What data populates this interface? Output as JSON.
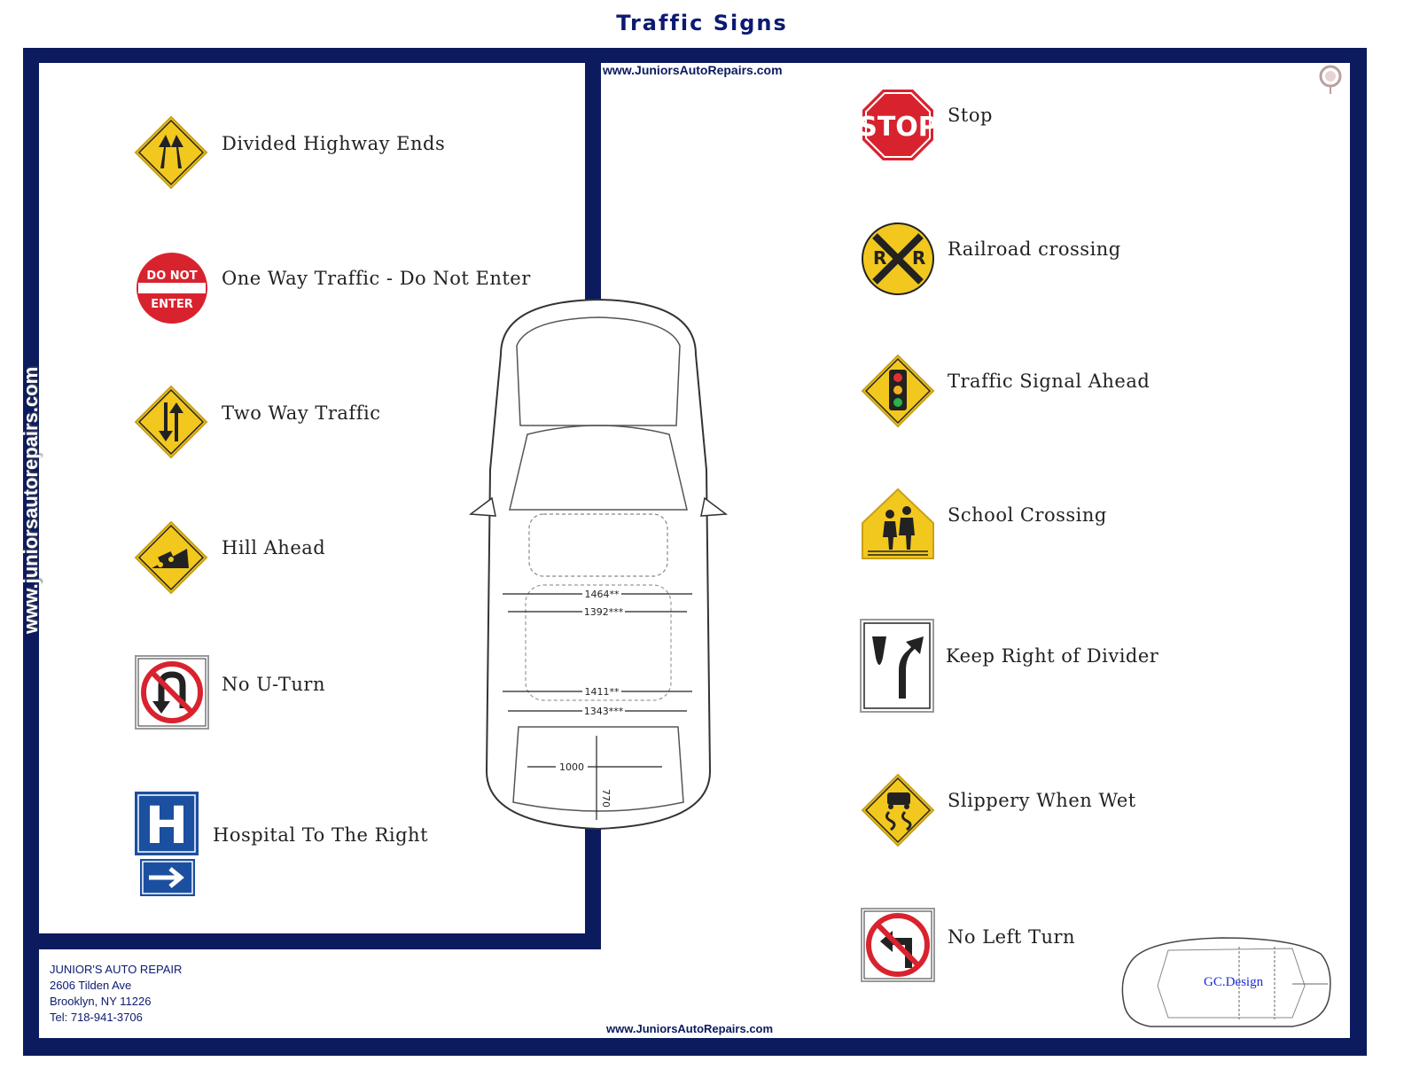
{
  "title": "Traffic Signs",
  "side_url": "www.juniorsautorepairs.com",
  "url_top": "www.JuniorsAutoRepairs.com",
  "url_bottom": "www.JuniorsAutoRepairs.com",
  "address": {
    "name": "JUNIOR'S AUTO REPAIR",
    "street": "2606 Tilden Ave",
    "city": "Brooklyn, NY 11226",
    "tel": "Tel: 718-941-3706"
  },
  "credit": "GC.Design",
  "left_signs": [
    {
      "label": "Divided Highway Ends",
      "icon": "divided-highway-ends-icon"
    },
    {
      "label": "One Way Traffic - Do Not Enter",
      "icon": "do-not-enter-icon"
    },
    {
      "label": "Two Way Traffic",
      "icon": "two-way-traffic-icon"
    },
    {
      "label": "Hill Ahead",
      "icon": "hill-ahead-icon"
    },
    {
      "label": "No U-Turn",
      "icon": "no-u-turn-icon"
    },
    {
      "label": "Hospital  To The Right",
      "icon": "hospital-icon"
    }
  ],
  "right_signs": [
    {
      "label": "Stop",
      "icon": "stop-icon"
    },
    {
      "label": "Railroad crossing",
      "icon": "railroad-crossing-icon"
    },
    {
      "label": "Traffic Signal Ahead",
      "icon": "traffic-signal-icon"
    },
    {
      "label": "School Crossing",
      "icon": "school-crossing-icon"
    },
    {
      "label": "Keep Right of Divider",
      "icon": "keep-right-icon"
    },
    {
      "label": "Slippery When Wet",
      "icon": "slippery-icon"
    },
    {
      "label": "No Left Turn",
      "icon": "no-left-turn-icon"
    }
  ],
  "sign_text": {
    "do_not": "DO NOT",
    "enter": "ENTER",
    "stop": "STOP",
    "rr_left": "R",
    "rr_right": "R",
    "hospital": "H"
  },
  "car_dims": {
    "w1": "1464**",
    "w2": "1392***",
    "w3": "1411**",
    "w4": "1343***",
    "w5": "1000",
    "h1": "770"
  },
  "colors": {
    "frame": "#0c1a5e",
    "warning_yellow": "#f2c81e",
    "sign_red": "#d8232f",
    "hospital_blue": "#1b4fa0"
  }
}
